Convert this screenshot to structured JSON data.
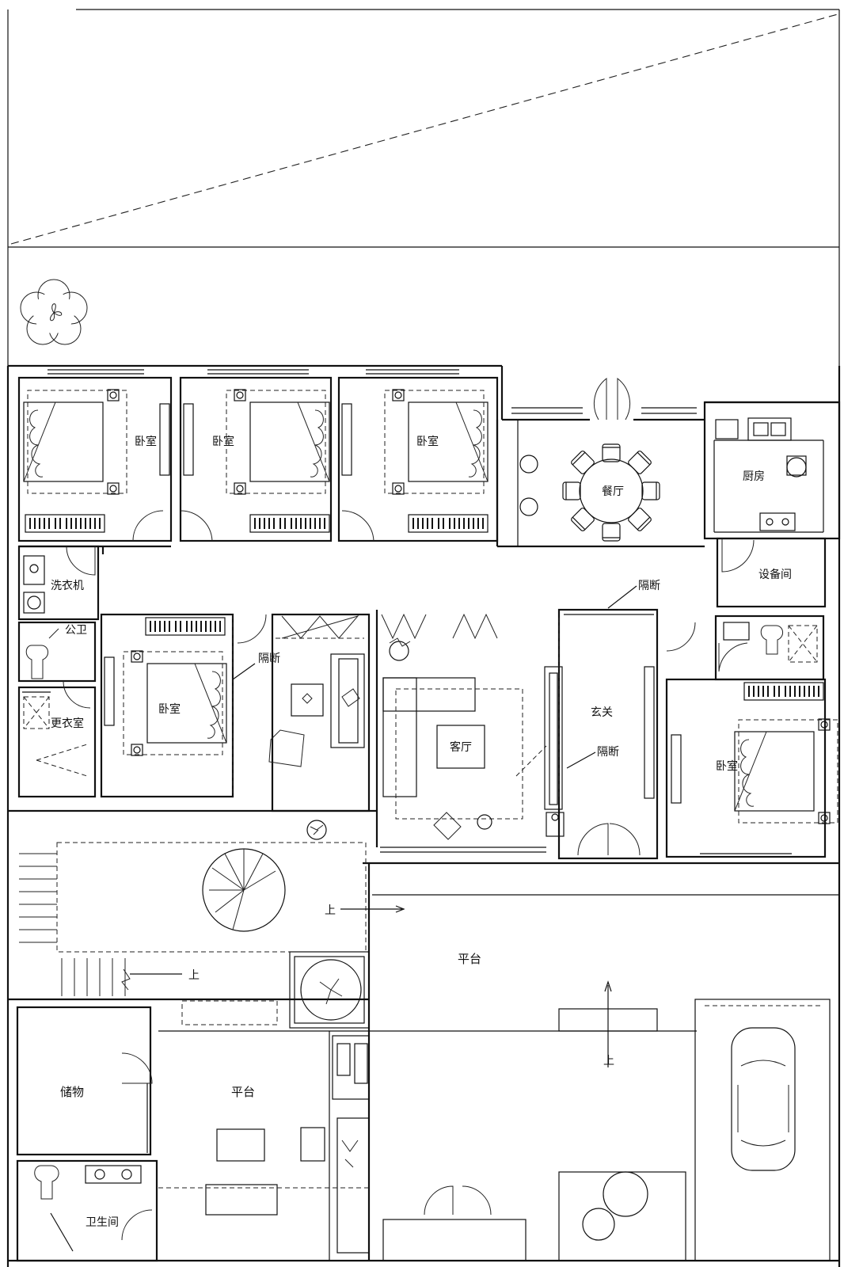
{
  "plan": {
    "rooms": {
      "bedroom_1": "卧室",
      "bedroom_2": "卧室",
      "bedroom_3": "卧室",
      "bedroom_4": "卧室",
      "bedroom_5": "卧室",
      "dining": "餐厅",
      "kitchen": "厨房",
      "equipment": "设备间",
      "washer": "洗衣机",
      "public_wc": "公卫",
      "dressing": "更衣室",
      "living": "客厅",
      "foyer": "玄关",
      "terrace_main": "平台",
      "terrace_lower": "平台",
      "storage": "储物",
      "bathroom": "卫生间"
    },
    "notes": {
      "partition_1": "隔断",
      "partition_2": "隔断",
      "partition_3": "隔断",
      "up_1": "上",
      "up_2": "上",
      "up_3": "上"
    }
  }
}
